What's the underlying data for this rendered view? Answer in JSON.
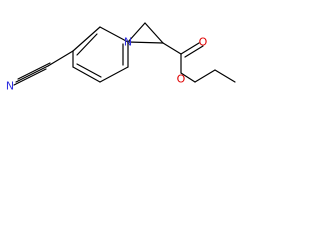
{
  "molecule": {
    "atoms": {
      "nitrile_n": "N",
      "pyridine_n": "N",
      "carbonyl_o": "O",
      "ester_o": "O"
    },
    "colors": {
      "nitrogen": "#2f2fe0",
      "oxygen": "#e00000",
      "carbon": "#000000"
    }
  }
}
